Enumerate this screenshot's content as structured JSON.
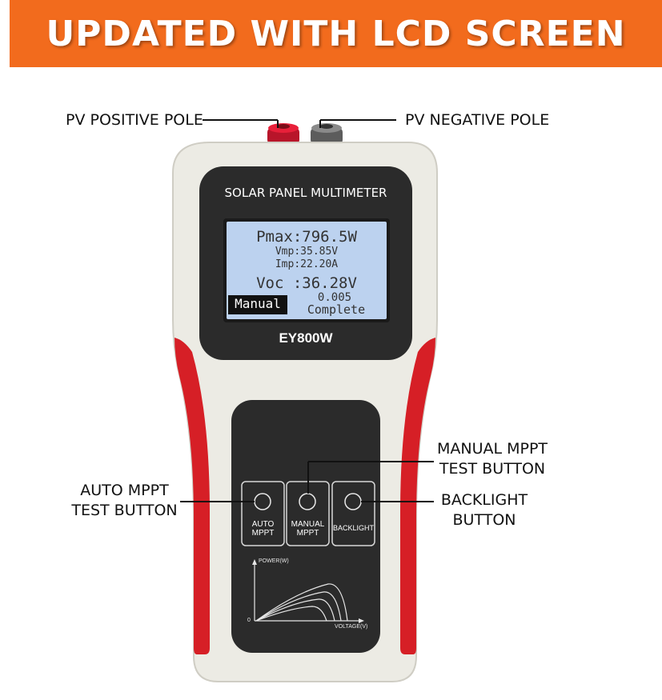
{
  "banner": {
    "title": "UPDATED WITH LCD SCREEN"
  },
  "callouts": {
    "pv_positive": "PV POSITIVE POLE",
    "pv_negative": "PV NEGATIVE POLE",
    "manual_mppt_1": "MANUAL MPPT",
    "manual_mppt_2": "TEST BUTTON",
    "auto_mppt_1": "AUTO MPPT",
    "auto_mppt_2": "TEST BUTTON",
    "backlight_1": "BACKLIGHT",
    "backlight_2": "BUTTON"
  },
  "device": {
    "title": "SOLAR PANEL MULTIMETER",
    "model": "EY800W",
    "lcd": {
      "pmax": "Pmax:796.5W",
      "vmp": "Vmp:35.85V",
      "imp": "Imp:22.20A",
      "voc": "Voc :36.28V",
      "mode": "Manual",
      "value": "0.005",
      "status": "Complete"
    },
    "buttons": {
      "auto_1": "AUTO",
      "auto_2": "MPPT",
      "manual_1": "MANUAL",
      "manual_2": "MPPT",
      "backlight": "BACKLIGHT"
    },
    "graph": {
      "ylabel": "POWER(W)",
      "xlabel": "VOLTAGE(V)",
      "origin": "0"
    }
  },
  "colors": {
    "banner": "#f26b1d",
    "body_shell": "#ecebe4",
    "grip_red": "#d61f26",
    "panel_dark": "#2b2b2b",
    "lcd": "#bcd2ef"
  }
}
